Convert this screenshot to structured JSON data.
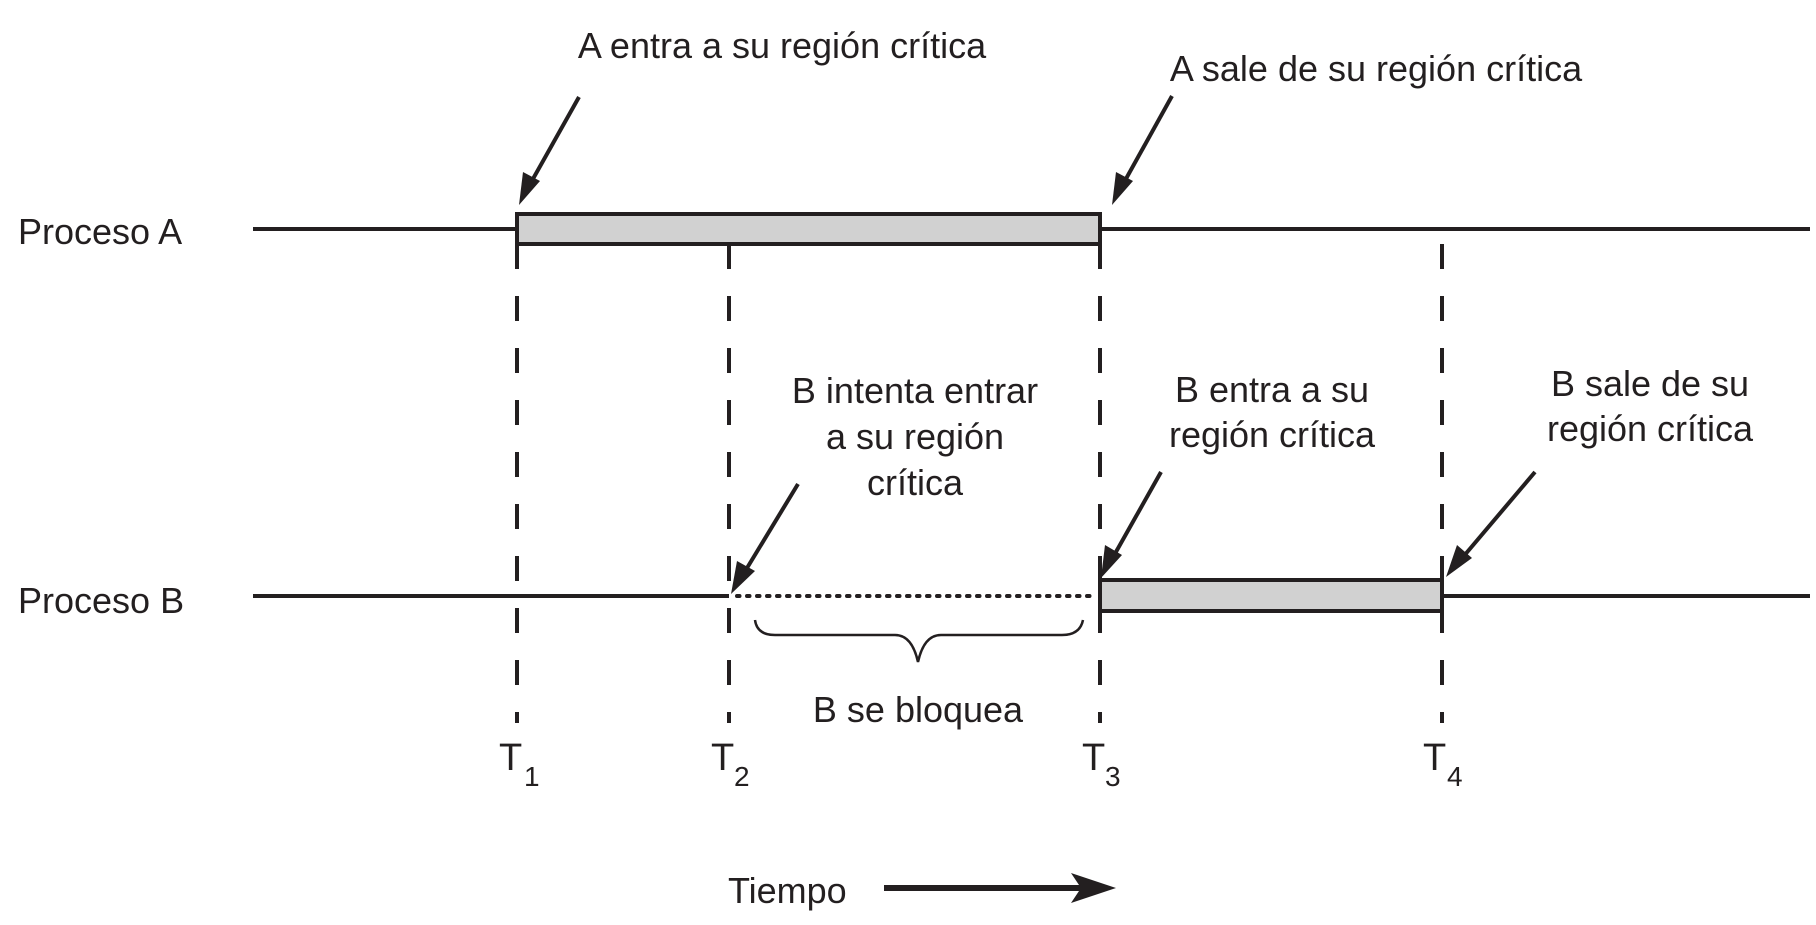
{
  "diagram": {
    "process_a": {
      "label": "Proceso A"
    },
    "process_b": {
      "label": "Proceso B"
    },
    "annotations": {
      "a_enters": "A entra a su región crítica",
      "a_exits": "A sale de su región crítica",
      "b_tries": [
        "B intenta entrar",
        "a su región",
        "crítica"
      ],
      "b_enters": [
        "B entra a su",
        "región crítica"
      ],
      "b_exits": [
        "B sale de su",
        "región crítica"
      ],
      "b_blocks": "B se bloquea"
    },
    "time_marks": [
      {
        "letter": "T",
        "index": "1"
      },
      {
        "letter": "T",
        "index": "2"
      },
      {
        "letter": "T",
        "index": "3"
      },
      {
        "letter": "T",
        "index": "4"
      }
    ],
    "time_axis": {
      "label": "Tiempo"
    },
    "colors": {
      "ink": "#231f20",
      "critical_region_fill": "#d1d1d1",
      "background": "#ffffff"
    }
  }
}
